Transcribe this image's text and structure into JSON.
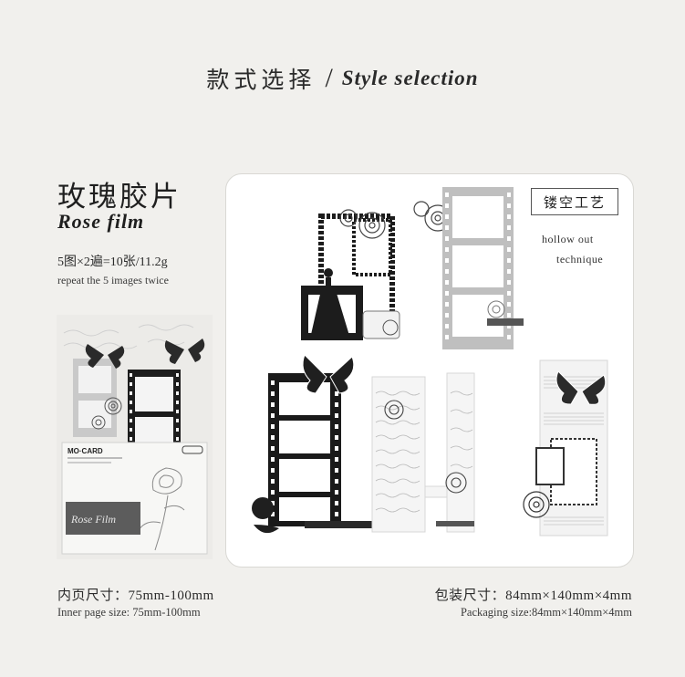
{
  "header": {
    "title_cn": "款式选择",
    "slash": "/",
    "title_en": "Style selection"
  },
  "product": {
    "name_cn": "玫瑰胶片",
    "name_en": "Rose film",
    "spec_cn": "5图×2遍=10张/11.2g",
    "spec_en": "repeat the 5 images twice"
  },
  "package": {
    "brand": "MO·CARD",
    "label": "Rose Film"
  },
  "panel": {
    "badge": "镂空工艺",
    "note_line1": "hollow out",
    "note_line2": "technique"
  },
  "sizes": {
    "inner_cn": "内页尺寸：75mm-100mm",
    "inner_en": "Inner page size: 75mm-100mm",
    "pkg_cn": "包装尺寸：84mm×140mm×4mm",
    "pkg_en": "Packaging size:84mm×140mm×4mm"
  },
  "colors": {
    "background": "#f1f0ed",
    "panel": "#ffffff",
    "ink": "#1f1f1f",
    "grey_film": "#bdbdbd"
  }
}
